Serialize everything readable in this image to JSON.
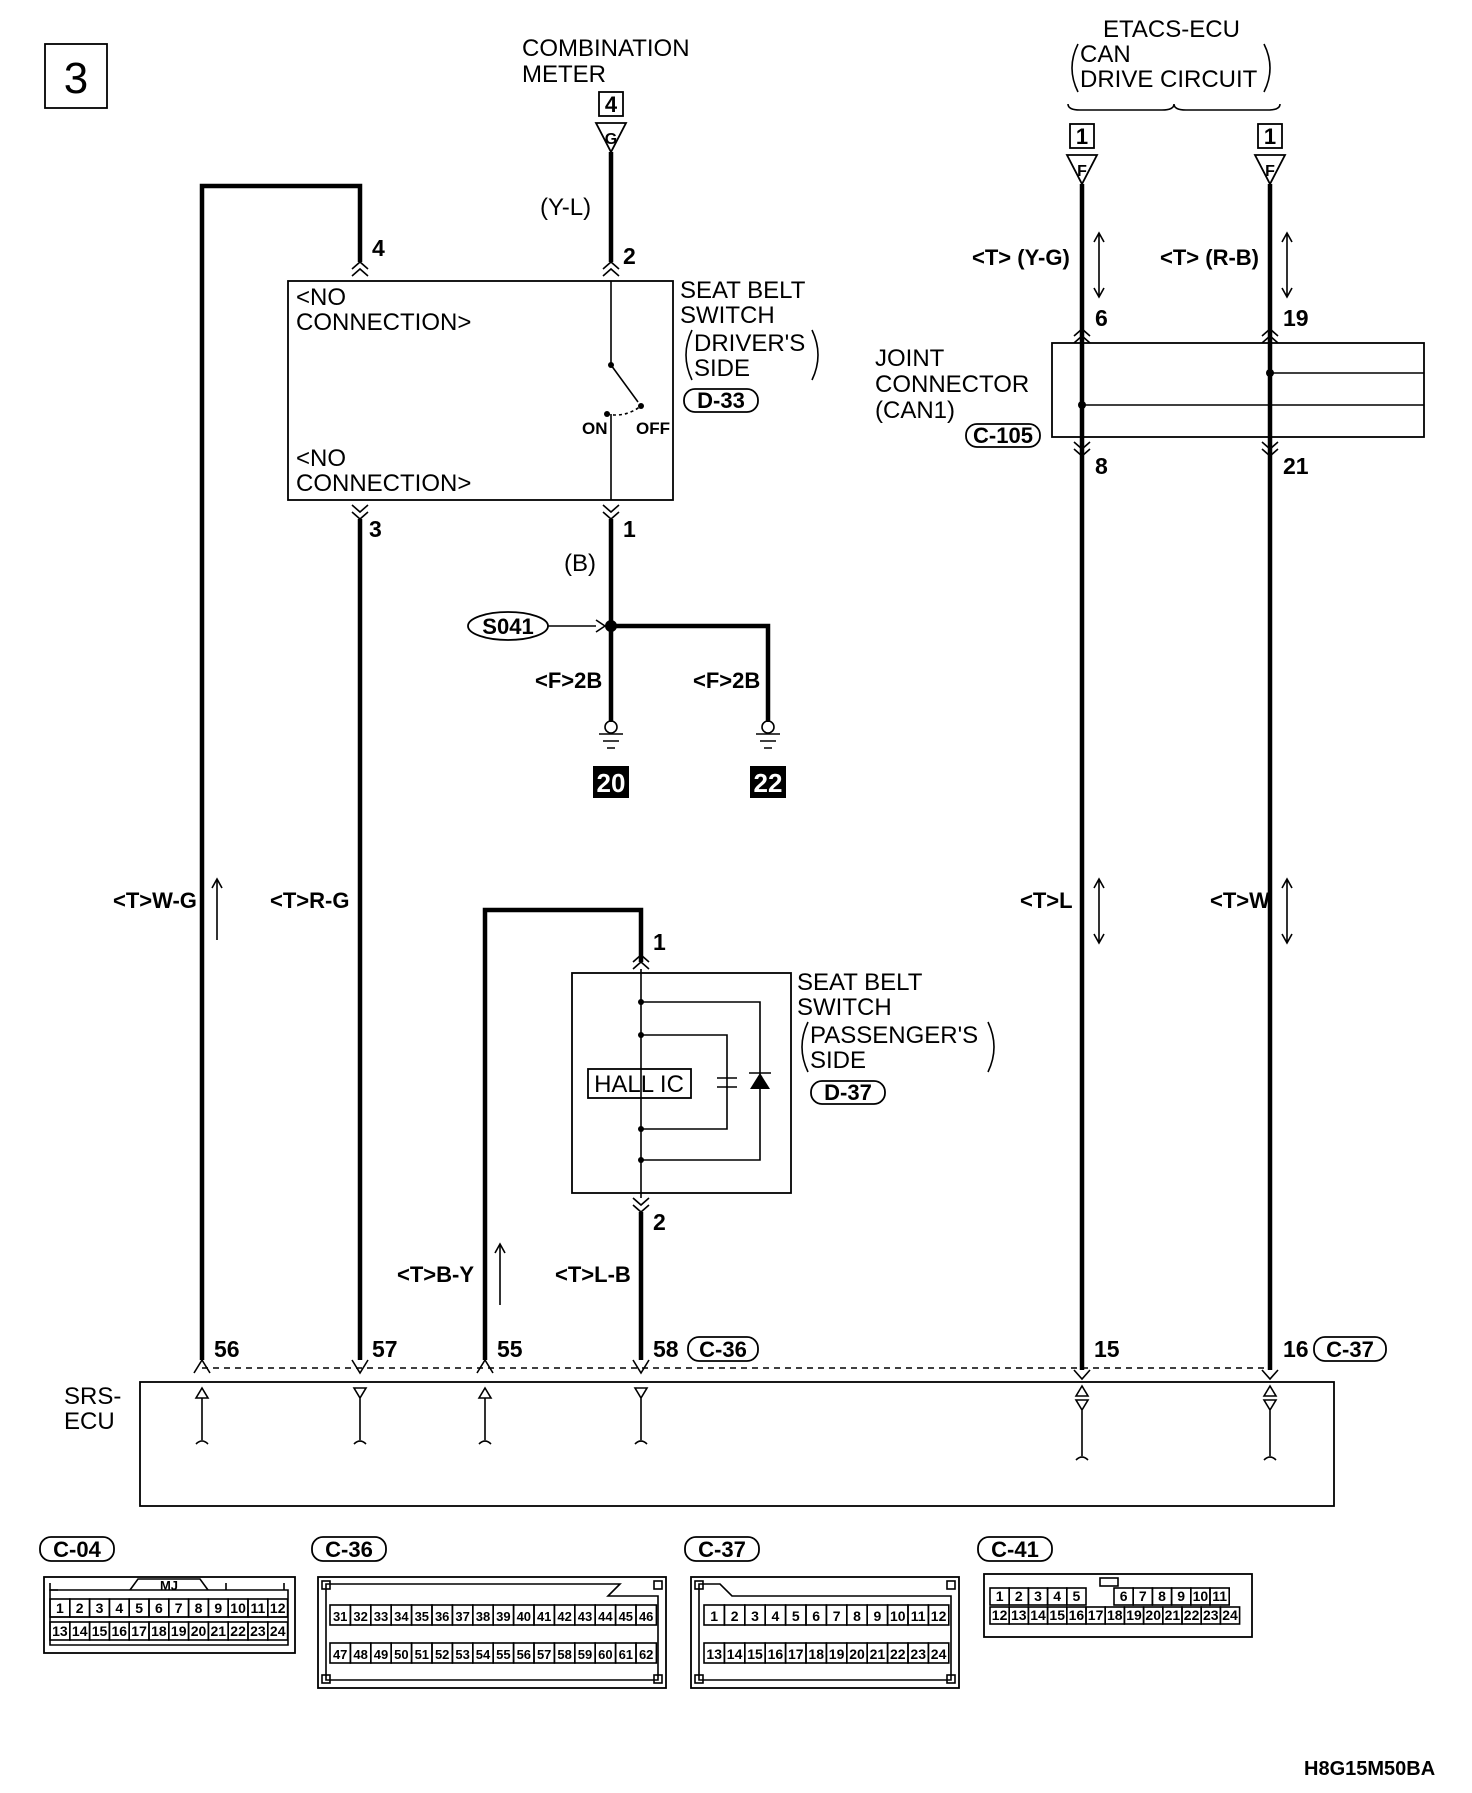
{
  "page": {
    "number": "3",
    "figure_code": "H8G15M50BA"
  },
  "combination_meter": {
    "line1": "COMBINATION",
    "line2": "METER",
    "ref": "4",
    "conn": "G"
  },
  "etacs": {
    "line1": "ETACS-ECU",
    "line2": "CAN",
    "line3": "DRIVE CIRCUIT",
    "ref_a": "1",
    "conn_a": "F",
    "ref_b": "1",
    "conn_b": "F"
  },
  "driver_switch": {
    "line1": "SEAT BELT",
    "line2": "SWITCH",
    "line3": "DRIVER'S",
    "line4": "SIDE",
    "connector": "D-33",
    "nc1_a": "<NO",
    "nc1_b": "CONNECTION>",
    "nc2_a": "<NO",
    "nc2_b": "CONNECTION>",
    "on": "ON",
    "off": "OFF",
    "pin_a": "4",
    "pin_b": "2",
    "pin_c": "3",
    "pin_d": "1"
  },
  "passenger_switch": {
    "line1": "SEAT BELT",
    "line2": "SWITCH",
    "line3": "PASSENGER'S",
    "line4": "SIDE",
    "connector": "D-37",
    "ic": "HALL IC",
    "pin_top": "1",
    "pin_bottom": "2"
  },
  "joint_connector": {
    "line1": "JOINT",
    "line2": "CONNECTOR",
    "line3": "(CAN1)",
    "connector": "C-105",
    "pin_6": "6",
    "pin_19": "19",
    "pin_8": "8",
    "pin_21": "21"
  },
  "wires": {
    "yl": "(Y-L)",
    "b": "(B)",
    "t_yg": "<T> (Y-G)",
    "t_rb": "<T> (R-B)",
    "f2b_1": "<F>2B",
    "f2b_2": "<F>2B",
    "t_wg": "<T>W-G",
    "t_rg": "<T>R-G",
    "t_l": "<T>L",
    "t_w": "<T>W",
    "t_by": "<T>B-Y",
    "t_lb": "<T>L-B"
  },
  "splice": "S041",
  "grounds": [
    "20",
    "22"
  ],
  "srs": {
    "line1": "SRS-",
    "line2": "ECU",
    "pin_56": "56",
    "pin_57": "57",
    "pin_55": "55",
    "pin_58": "58",
    "pin_15": "15",
    "pin_16": "16",
    "conn_c36": "C-36",
    "conn_c37": "C-37"
  },
  "connector_views": {
    "c04": {
      "label": "C-04",
      "mark": "MJ",
      "row1": [
        "1",
        "2",
        "3",
        "4",
        "5",
        "6",
        "7",
        "8",
        "9",
        "10",
        "11",
        "12"
      ],
      "row2": [
        "13",
        "14",
        "15",
        "16",
        "17",
        "18",
        "19",
        "20",
        "21",
        "22",
        "23",
        "24"
      ]
    },
    "c36": {
      "label": "C-36",
      "row1": [
        "31",
        "32",
        "33",
        "34",
        "35",
        "36",
        "37",
        "38",
        "39",
        "40",
        "41",
        "42",
        "43",
        "44",
        "45",
        "46"
      ],
      "row2": [
        "47",
        "48",
        "49",
        "50",
        "51",
        "52",
        "53",
        "54",
        "55",
        "56",
        "57",
        "58",
        "59",
        "60",
        "61",
        "62"
      ]
    },
    "c37": {
      "label": "C-37",
      "row1": [
        "1",
        "2",
        "3",
        "4",
        "5",
        "6",
        "7",
        "8",
        "9",
        "10",
        "11",
        "12"
      ],
      "row2": [
        "13",
        "14",
        "15",
        "16",
        "17",
        "18",
        "19",
        "20",
        "21",
        "22",
        "23",
        "24"
      ]
    },
    "c41": {
      "label": "C-41",
      "row1": [
        "1",
        "2",
        "3",
        "4",
        "5",
        "6",
        "7",
        "8",
        "9",
        "10",
        "11"
      ],
      "row2": [
        "12",
        "13",
        "14",
        "15",
        "16",
        "17",
        "18",
        "19",
        "20",
        "21",
        "22",
        "23",
        "24"
      ]
    }
  }
}
